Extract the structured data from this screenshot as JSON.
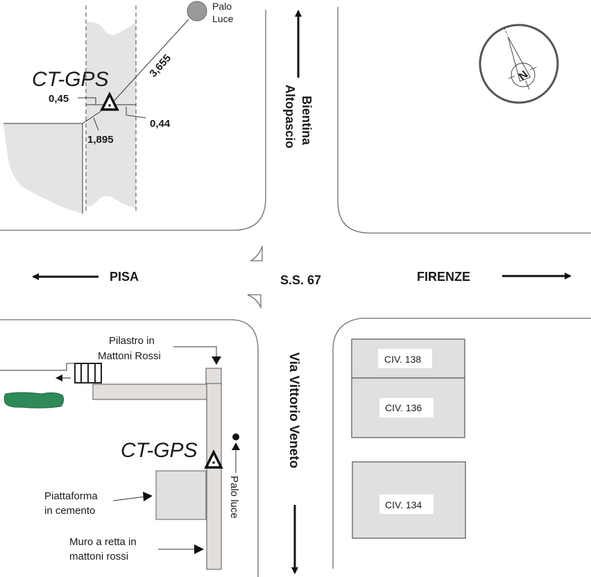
{
  "title": "Monografia punto CT-GPS",
  "colors": {
    "road_line": "#6e6e6e",
    "land_fill": "#e4e4e4",
    "building_fill": "#e0e0e0",
    "wall_fill": "#e2dfdd",
    "hedge_fill": "#2e8b57",
    "pole_fill": "#999999",
    "text": "#1a1a1a"
  },
  "roads": {
    "main": "S.S. 67",
    "west_direction": "PISA",
    "east_direction": "FIRENZE",
    "north_direction_line1": "Bientina",
    "north_direction_line2": "Altopascio",
    "south_street": "Via Vittorio Veneto"
  },
  "detail_inset": {
    "point_label": "CT-GPS",
    "pole_label_line1": "Palo",
    "pole_label_line2": "Luce",
    "distances": {
      "to_pole": "3,655",
      "left_offset": "0,45",
      "right_offset": "0,44",
      "to_corner": "1,895"
    }
  },
  "site": {
    "point_label": "CT-GPS",
    "pillar_label_line1": "Pilastro in",
    "pillar_label_line2": "Mattoni Rossi",
    "platform_label_line1": "Piattaforma",
    "platform_label_line2": "in cemento",
    "wall_label_line1": "Muro a retta in",
    "wall_label_line2": "mattoni rossi",
    "pole_label": "Palo luce"
  },
  "buildings": [
    {
      "label": "CIV. 138"
    },
    {
      "label": "CIV. 136"
    },
    {
      "label": "CIV. 134"
    }
  ],
  "compass": {
    "label": "N"
  }
}
